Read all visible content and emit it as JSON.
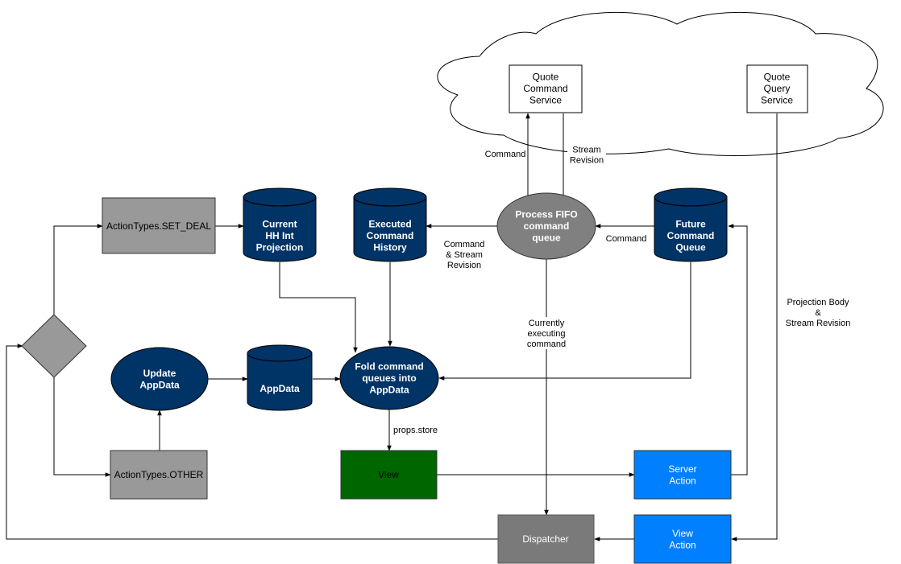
{
  "colors": {
    "navy": "#003366",
    "gray_process": "#808080",
    "gray_box": "#999999",
    "gray_dispatcher": "#7a7a7a",
    "view_green": "#006600",
    "action_blue": "#0080ff",
    "edge": "#000000"
  },
  "nodes": {
    "quote_command_service": [
      "Quote",
      "Command",
      "Service"
    ],
    "quote_query_service": [
      "Quote",
      "Query",
      "Service"
    ],
    "set_deal_action": [
      "ActionTypes.SET_DEAL"
    ],
    "current_projection": [
      "Current",
      "HH Int",
      "Projection"
    ],
    "executed_history": [
      "Executed",
      "Command",
      "History"
    ],
    "process_fifo": [
      "Process FIFO",
      "command",
      "queue"
    ],
    "future_queue": [
      "Future",
      "Command",
      "Queue"
    ],
    "update_appdata": [
      "Update",
      "AppData"
    ],
    "appdata_store": [
      "AppData"
    ],
    "fold_queues": [
      "Fold command",
      "queues into",
      "AppData"
    ],
    "other_action": [
      "ActionTypes.OTHER"
    ],
    "view": [
      "View"
    ],
    "server_action": [
      "Server",
      "Action"
    ],
    "dispatcher": [
      "Dispatcher"
    ],
    "view_action": [
      "View",
      "Action"
    ]
  },
  "edge_labels": {
    "command_up": [
      "Command"
    ],
    "stream_revision": [
      "Stream",
      "Revision"
    ],
    "command_stream_revision": [
      "Command",
      "& Stream",
      "Revision"
    ],
    "command_from_queue": [
      "Command"
    ],
    "currently_executing": [
      "Currently",
      "executing",
      "command"
    ],
    "props_store": [
      "props.store"
    ],
    "projection_body": [
      "Projection Body",
      "&",
      "Stream Revision"
    ]
  }
}
